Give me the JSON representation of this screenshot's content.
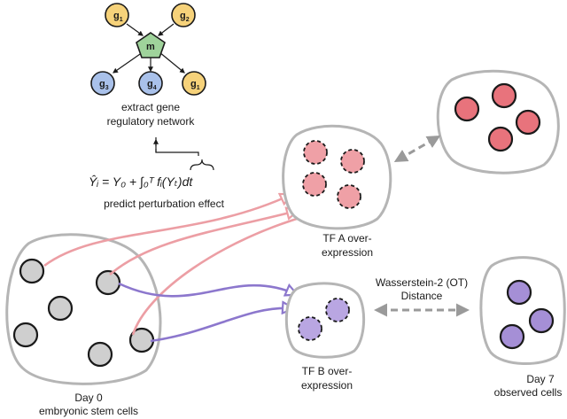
{
  "network": {
    "label_line1": "extract gene",
    "label_line2": "regulatory network",
    "nodes": [
      {
        "letter": "g",
        "sub": "1"
      },
      {
        "letter": "g",
        "sub": "2"
      },
      {
        "letter": "m",
        "sub": ""
      },
      {
        "letter": "g",
        "sub": "3"
      },
      {
        "letter": "g",
        "sub": "4"
      },
      {
        "letter": "g",
        "sub": "1"
      }
    ]
  },
  "equation": {
    "text": "Ŷᵢ = Y₀ + ∫₀ᵀ fᵢ(Yₜ)dt",
    "caption": "predict perturbation effect"
  },
  "groups": {
    "day0_line1": "Day 0",
    "day0_line2": "embryonic stem cells",
    "tfa_line1": "TF A over-",
    "tfa_line2": "expression",
    "tfb_line1": "TF B over-",
    "tfb_line2": "expression",
    "day7_line1": "Day 7",
    "day7_line2": "observed cells"
  },
  "distance": {
    "line1": "Wasserstein-2 (OT)",
    "line2": "Distance"
  },
  "colors": {
    "gene_fill": "#f6d27a",
    "gene_stroke": "#1a1a1a",
    "gene_blue": "#a9c1ea",
    "master_fill": "#9fd39b",
    "cell_gray": "#cfcfcf",
    "cell_red": "#e8737c",
    "cell_red_light": "#efa0a6",
    "cell_purple": "#a58fd6",
    "cell_purple_light": "#b9a6e2",
    "arrow_red": "#ec9ea4",
    "arrow_purple": "#8c77cd",
    "blob": "#b5b5b5",
    "dashed_arrow": "#9a9a9a"
  }
}
